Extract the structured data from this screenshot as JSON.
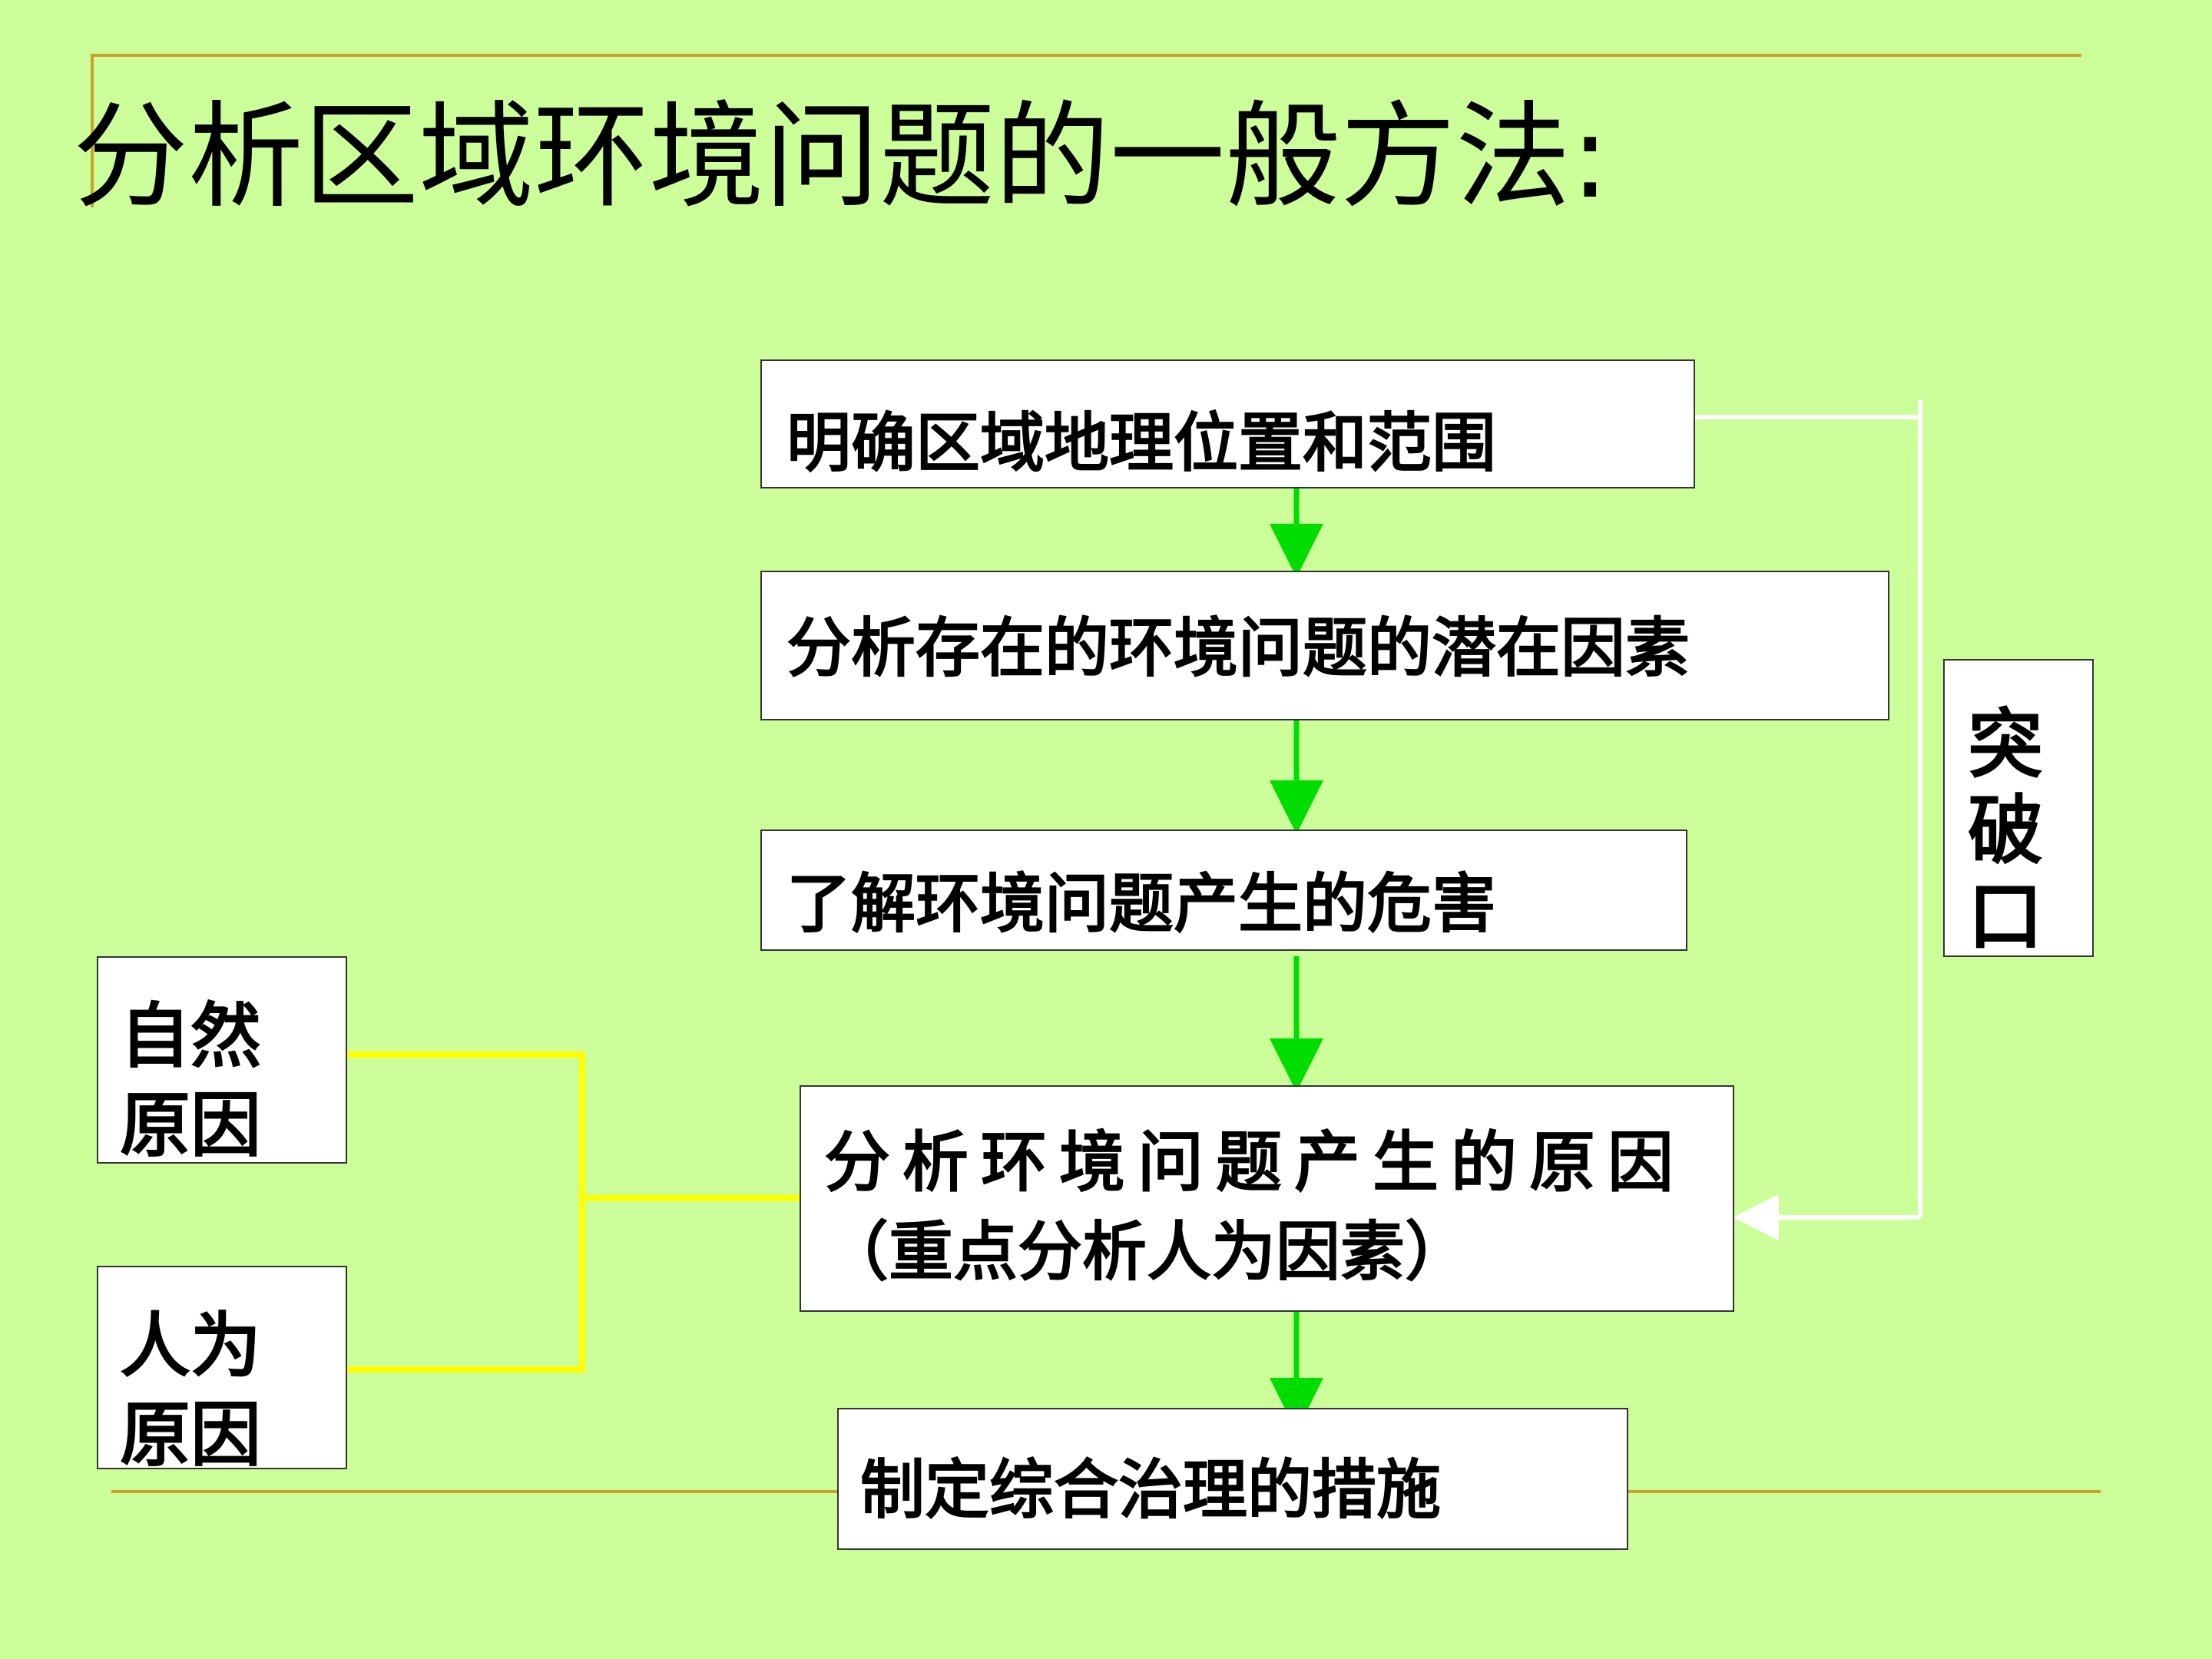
{
  "title": "分析区域环境问题的一般方法:",
  "steps": [
    "明确区域地理位置和范围",
    "分析存在的环境问题的潜在因素",
    "了解环境问题产生的危害",
    "分析环境问题产生的原因",
    "（重点分析人为因素）",
    "制定综合治理的措施"
  ],
  "side": {
    "breakthrough": [
      "突",
      "破",
      "口"
    ]
  },
  "causes": {
    "natural": [
      "自然",
      "原因"
    ],
    "human": [
      "人为",
      "原因"
    ]
  },
  "colors": {
    "background": "#ccff99",
    "rule": "#c9a227",
    "flow_arrow": "#00dd00",
    "cause_bracket": "#ffff00",
    "breakthrough_arrow": "#ffffff"
  }
}
